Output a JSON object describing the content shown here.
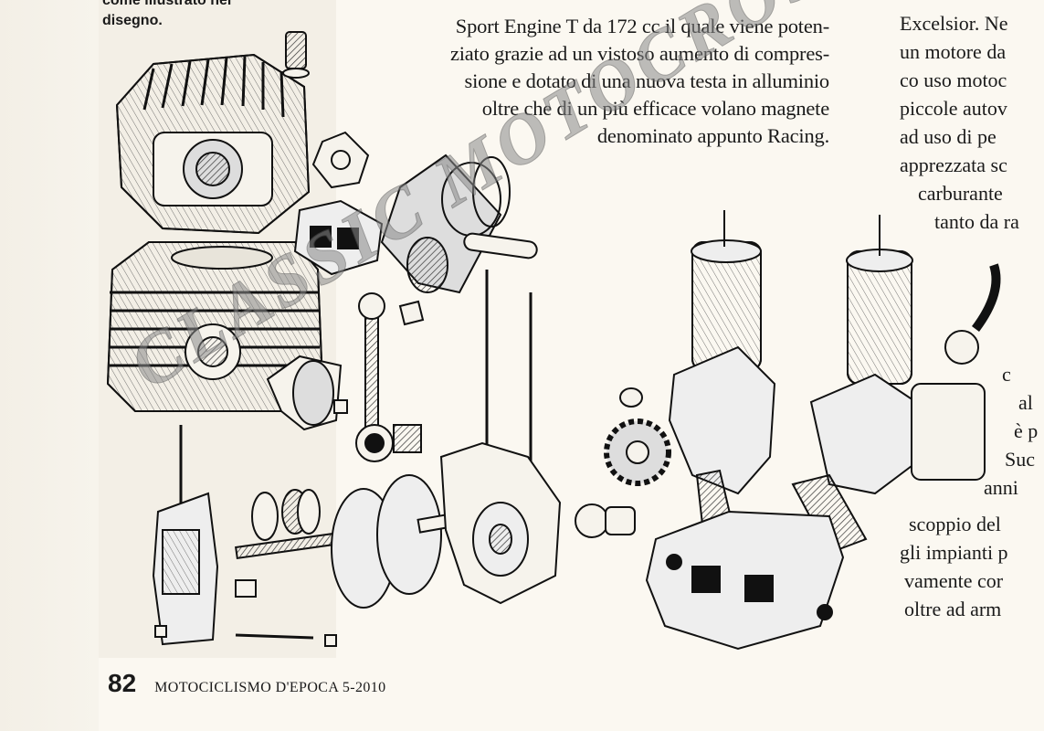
{
  "caption_top": {
    "line1": "come illustrato nel",
    "line2": "disegno."
  },
  "intro_paragraph": [
    "Sport Engine T da 172 cc il quale viene poten-",
    "ziato grazie ad un vistoso aumento di compres-",
    "sione e dotato di una nuova testa in alluminio",
    "oltre  che di un più efficace volano magnete",
    "denominato appunto Racing."
  ],
  "right_column": [
    {
      "text": "Excelsior. Ne",
      "indent": 0
    },
    {
      "text": "un motore da",
      "indent": 0
    },
    {
      "text": "co uso motoc",
      "indent": 0
    },
    {
      "text": "piccole autov",
      "indent": 0
    },
    {
      "text": "ad uso di pe",
      "indent": 0
    },
    {
      "text": "apprezzata sc",
      "indent": 0
    },
    {
      "text": "carburante",
      "indent": 20
    },
    {
      "text": "tanto da ra",
      "indent": 38
    },
    {
      "text": "c",
      "indent": 112
    },
    {
      "text": "al",
      "indent": 130
    },
    {
      "text": "è p",
      "indent": 125
    },
    {
      "text": "Suc",
      "indent": 115
    },
    {
      "text": "anni",
      "indent": 92
    },
    {
      "text": "scoppio del",
      "indent": 10
    },
    {
      "text": "gli impianti p",
      "indent": 0
    },
    {
      "text": "vamente cor",
      "indent": 5
    },
    {
      "text": "oltre ad arm",
      "indent": 5
    }
  ],
  "watermark": "CLASSIC MOTOCROSS",
  "footer": {
    "page_number": "82",
    "magazine": "MOTOCICLISMO D'EPOCA 5-2010"
  }
}
